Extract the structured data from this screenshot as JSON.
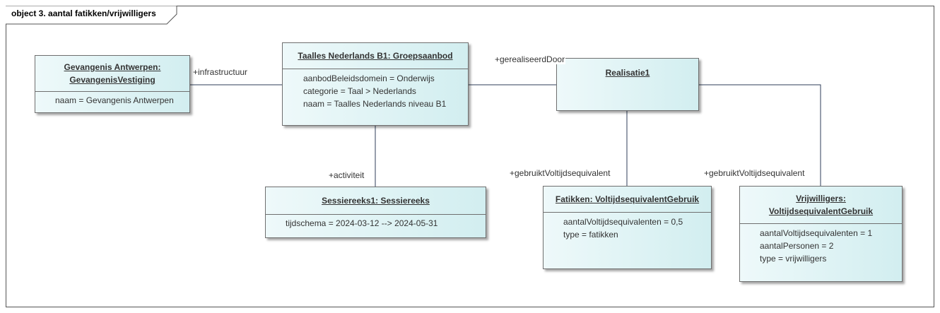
{
  "diagram": {
    "frame_title": "object 3. aantal fatikken/vrijwilligers"
  },
  "objects": {
    "gevangenis": {
      "title_line1": "Gevangenis Antwerpen:",
      "title_line2": "GevangenisVestiging",
      "attrs": [
        "naam = Gevangenis Antwerpen"
      ]
    },
    "taalles": {
      "title": "Taalles Nederlands B1: Groepsaanbod",
      "attrs": [
        "aanbodBeleidsdomein = Onderwijs",
        "categorie = Taal > Nederlands",
        "naam = Taalles Nederlands niveau B1"
      ]
    },
    "realisatie": {
      "title": "Realisatie1"
    },
    "sessiereeks": {
      "title": "Sessiereeks1: Sessiereeks",
      "attrs": [
        "tijdschema = 2024-03-12 --> 2024-05-31"
      ]
    },
    "fatikken": {
      "title": "Fatikken: VoltijdsequivalentGebruik",
      "attrs": [
        "aantalVoltijdsequivalenten = 0,5",
        "type = fatikken"
      ]
    },
    "vrijwilligers": {
      "title_line1": "Vrijwilligers:",
      "title_line2": "VoltijdsequivalentGebruik",
      "attrs": [
        "aantalVoltijdsequivalenten = 1",
        "aantalPersonen = 2",
        "type = vrijwilligers"
      ]
    }
  },
  "roles": {
    "infrastructuur": "+infrastructuur",
    "gerealiseerdDoor": "+gerealiseerdDoor",
    "activiteit": "+activiteit",
    "gebruikt_fatikken": "+gebruiktVoltijdsequivalent",
    "gebruikt_vrijwilligers": "+gebruiktVoltijdsequivalent"
  },
  "colors": {
    "box_light": "#eef9fa",
    "box_dark": "#d2eef0",
    "line": "#2f3e5a",
    "border": "#6f6f6f"
  }
}
